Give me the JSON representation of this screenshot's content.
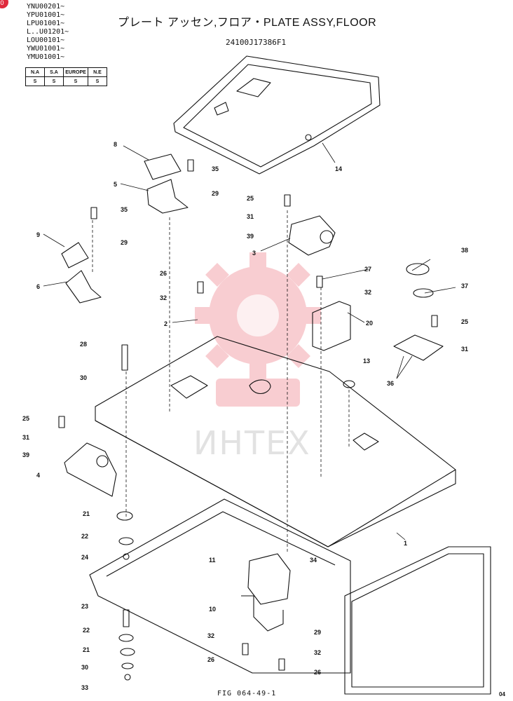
{
  "header": {
    "serial_ranges": [
      "YNU00201~",
      "YPU01001~",
      "LPU01001~",
      "L..U01201~",
      "LOU00101~",
      "YWU01001~",
      "YMU01001~"
    ],
    "title": "プレート アッセン,フロア・PLATE ASSY,FLOOR",
    "part_number": "24100J17386F1"
  },
  "region_table": {
    "headers": [
      "N.A",
      "S.A",
      "EUROPE",
      "N.E"
    ],
    "values": [
      "S",
      "S",
      "S",
      "S"
    ]
  },
  "watermark": {
    "text": "ИНТЕХ",
    "color": "#f2a0a6"
  },
  "callouts": [
    "1",
    "2",
    "3",
    "4",
    "5",
    "6",
    "8",
    "9",
    "10",
    "11",
    "13",
    "14",
    "20",
    "21",
    "21",
    "22",
    "22",
    "23",
    "24",
    "25",
    "25",
    "25",
    "26",
    "26",
    "26",
    "27",
    "28",
    "29",
    "29",
    "29",
    "30",
    "30",
    "31",
    "31",
    "31",
    "32",
    "32",
    "32",
    "32",
    "33",
    "34",
    "35",
    "35",
    "36",
    "37",
    "38",
    "39",
    "39"
  ],
  "footer": {
    "figure": "FIG 064-49-1",
    "page": "04",
    "corner_mark": "0"
  }
}
